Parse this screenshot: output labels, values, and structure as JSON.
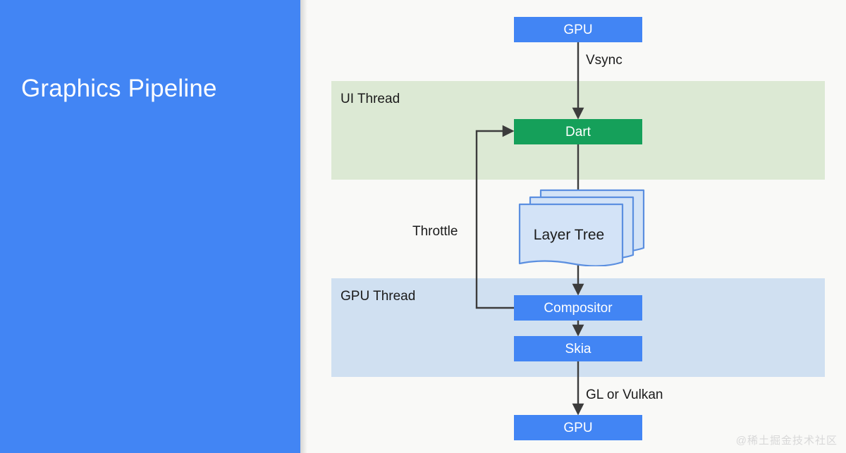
{
  "slide": {
    "title": "Graphics Pipeline",
    "background_color": "#f9f9f7",
    "title_panel_color": "#4285f4",
    "title_text_color": "#ffffff"
  },
  "colors": {
    "node_blue": "#4285f4",
    "node_green": "#15a05a",
    "band_ui_thread": "#dce9d4",
    "band_gpu_thread": "#d0e0f1",
    "layer_card_fill": "#d3e3f7",
    "layer_card_stroke": "#5b8fe0",
    "connector_stroke": "#3c3c3c",
    "text_dark": "#1b1b1b"
  },
  "bands": [
    {
      "id": "ui-thread",
      "label": "UI Thread",
      "color": "#dce9d4"
    },
    {
      "id": "gpu-thread",
      "label": "GPU Thread",
      "color": "#d0e0f1"
    }
  ],
  "nodes": [
    {
      "id": "gpu-top",
      "label": "GPU",
      "fill": "#4285f4",
      "text_color": "#ffffff"
    },
    {
      "id": "dart",
      "label": "Dart",
      "fill": "#15a05a",
      "text_color": "#ffffff"
    },
    {
      "id": "layer-tree",
      "label": "Layer Tree",
      "fill": "#d3e3f7",
      "text_color": "#1b1b1b"
    },
    {
      "id": "compositor",
      "label": "Compositor",
      "fill": "#4285f4",
      "text_color": "#ffffff"
    },
    {
      "id": "skia",
      "label": "Skia",
      "fill": "#4285f4",
      "text_color": "#ffffff"
    },
    {
      "id": "gpu-bottom",
      "label": "GPU",
      "fill": "#4285f4",
      "text_color": "#ffffff"
    }
  ],
  "edges": [
    {
      "id": "vsync",
      "label": "Vsync",
      "from": "gpu-top",
      "to": "dart"
    },
    {
      "id": "dart-lt",
      "label": "",
      "from": "dart",
      "to": "layer-tree"
    },
    {
      "id": "lt-comp",
      "label": "",
      "from": "layer-tree",
      "to": "compositor"
    },
    {
      "id": "comp-skia",
      "label": "",
      "from": "compositor",
      "to": "skia"
    },
    {
      "id": "glvulkan",
      "label": "GL or Vulkan",
      "from": "skia",
      "to": "gpu-bottom"
    },
    {
      "id": "throttle",
      "label": "Throttle",
      "from": "compositor",
      "to": "dart"
    }
  ],
  "watermark": {
    "text": "@稀土掘金技术社区"
  }
}
